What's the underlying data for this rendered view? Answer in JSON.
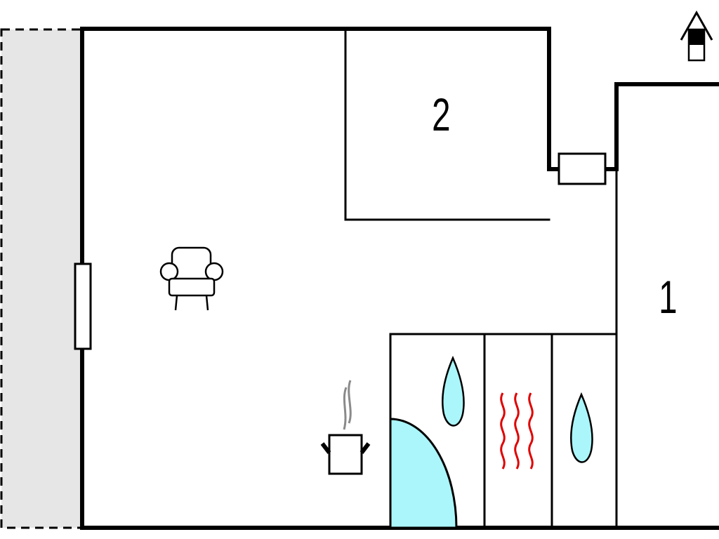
{
  "rooms": [
    {
      "label": "1",
      "name": "bedroom-1"
    },
    {
      "label": "2",
      "name": "bedroom-2"
    }
  ],
  "icons": [
    "north-arrow-icon",
    "armchair-icon",
    "cooking-pot-icon",
    "water-drop-icon",
    "heating-icon",
    "shower-icon"
  ],
  "colors": {
    "terrace": "#e6e6e6",
    "water": "#aaf6fb",
    "heat": "#e00000",
    "steam": "#8a8a8a"
  }
}
